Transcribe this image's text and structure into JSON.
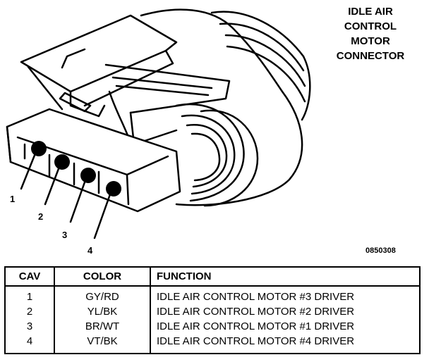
{
  "title_lines": [
    "IDLE AIR",
    "CONTROL",
    "MOTOR",
    "CONNECTOR"
  ],
  "figure_id": "0850308",
  "pin_labels": [
    "1",
    "2",
    "3",
    "4"
  ],
  "table": {
    "headers": [
      "CAV",
      "COLOR",
      "FUNCTION"
    ],
    "rows": [
      {
        "cav": "1",
        "color": "GY/RD",
        "function": "IDLE AIR CONTROL MOTOR #3 DRIVER"
      },
      {
        "cav": "2",
        "color": "YL/BK",
        "function": "IDLE AIR CONTROL MOTOR #2 DRIVER"
      },
      {
        "cav": "3",
        "color": "BR/WT",
        "function": "IDLE AIR CONTROL MOTOR #1 DRIVER"
      },
      {
        "cav": "4",
        "color": "VT/BK",
        "function": "IDLE AIR CONTROL MOTOR #4 DRIVER"
      }
    ]
  }
}
